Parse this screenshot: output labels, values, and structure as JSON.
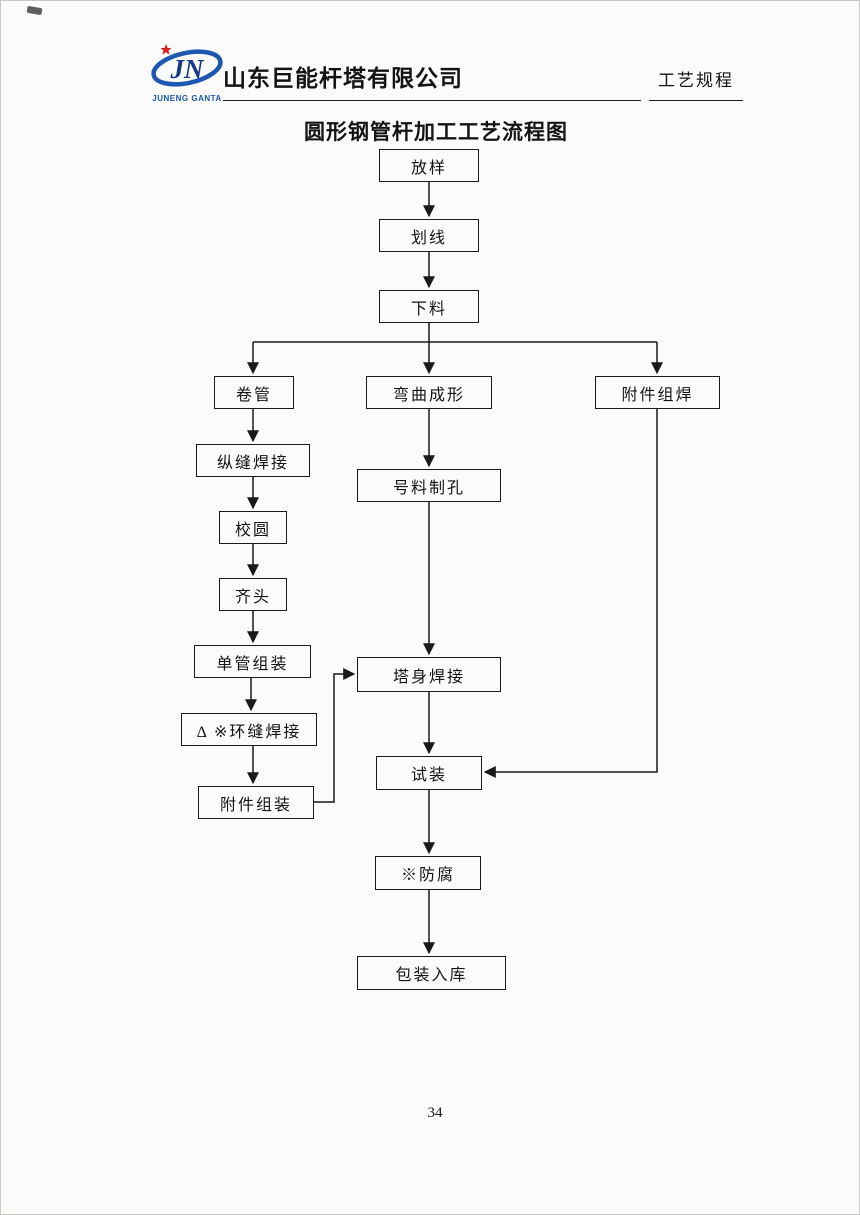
{
  "header": {
    "company_name": "山东巨能杆塔有限公司",
    "doc_type": "工艺规程",
    "logo": {
      "initials": "JN",
      "caption": "JUNENG GANTA",
      "colors": {
        "blue": "#1d57b0",
        "dark_blue": "#163a85",
        "red": "#d42020"
      }
    }
  },
  "title": "圆形钢管杆加工工艺流程图",
  "flowchart": {
    "nodes": {
      "lofting": "放样",
      "marking": "划线",
      "cutting": "下料",
      "pipe_rolling": "卷管",
      "bending": "弯曲成形",
      "accessory_assembly_welding": "附件组焊",
      "longitudinal_seam_welding": "纵缝焊接",
      "hole_marking": "号料制孔",
      "rounding": "校圆",
      "end_trimming": "齐头",
      "single_pipe_assembly": "单管组装",
      "circumferential_seam_welding": "Δ ※环缝焊接",
      "accessory_assembly": "附件组装",
      "tower_body_welding": "塔身焊接",
      "trial_assembly": "试装",
      "anticorrosion": "※防腐",
      "packing_storage": "包装入库"
    }
  },
  "page": {
    "number": "34"
  }
}
